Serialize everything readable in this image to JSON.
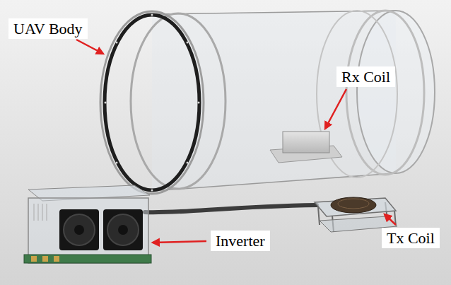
{
  "diagram": {
    "labels": [
      "UAV Body",
      "Rx Coil",
      "Inverter",
      "Tx Coil"
    ]
  }
}
